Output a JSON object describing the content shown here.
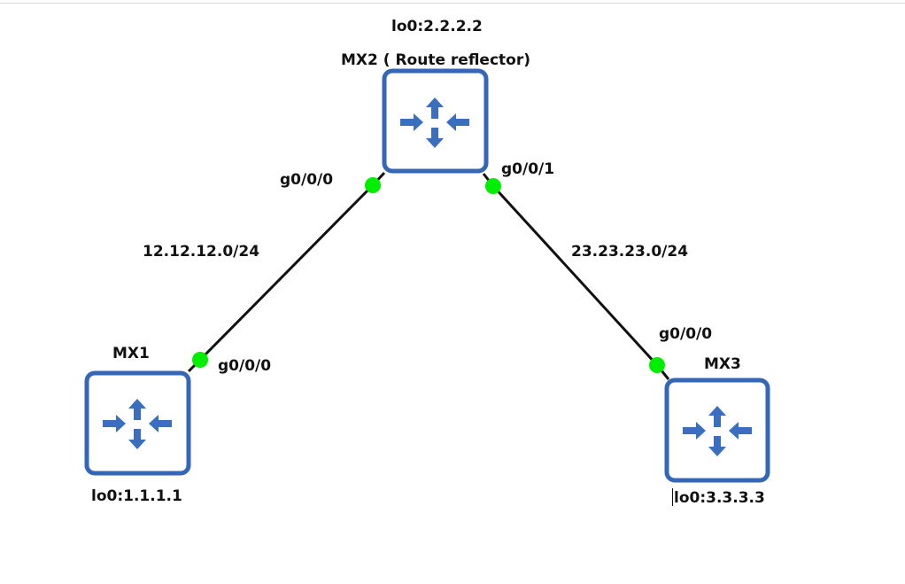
{
  "routers": [
    {
      "id": "mx2",
      "name": "MX2 ( Route reflector)",
      "loopback": "lo0:2.2.2.2",
      "icon": "router-icon"
    },
    {
      "id": "mx1",
      "name": "MX1",
      "loopback": "lo0:1.1.1.1",
      "icon": "router-icon"
    },
    {
      "id": "mx3",
      "name": "MX3",
      "loopback": "lo0:3.3.3.3",
      "icon": "router-icon"
    }
  ],
  "links": [
    {
      "from": "mx1",
      "to": "mx2",
      "network": "12.12.12.0/24",
      "from_interface": "g0/0/0",
      "to_interface": "g0/0/0"
    },
    {
      "from": "mx2",
      "to": "mx3",
      "network": "23.23.23.0/24",
      "from_interface": "g0/0/1",
      "to_interface": "g0/0/0"
    }
  ],
  "colors": {
    "router_outline": "#3567b8",
    "router_arrow": "#3a6fc0",
    "link_line": "#111111",
    "port_status": "#00ee00"
  }
}
